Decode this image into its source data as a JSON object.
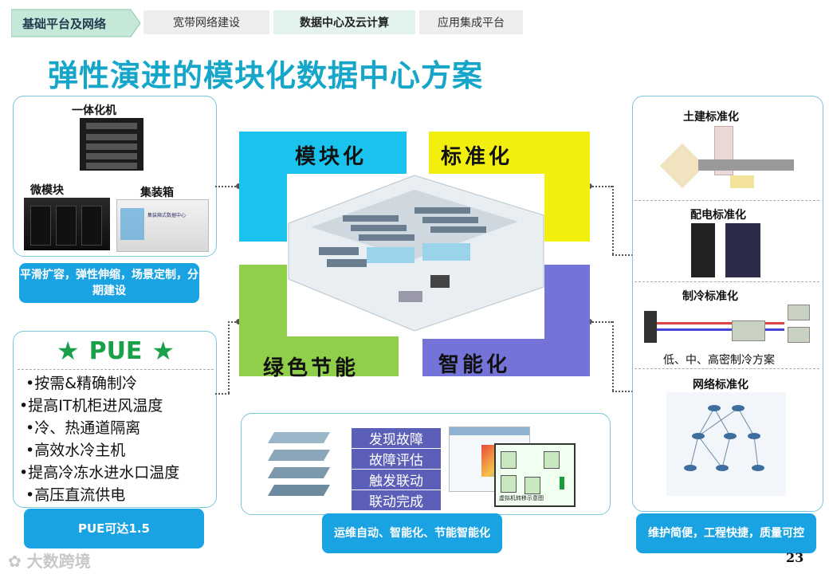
{
  "nav": {
    "active_tab": "基础平台及网络",
    "tabs": [
      "宽带网络建设",
      "数据中心及云计算",
      "应用集成平台"
    ],
    "selected_index": 1
  },
  "title": "弹性演进的模块化数据中心方案",
  "left_top": {
    "integrated_machine": "一体化机",
    "micro_module": "微模块",
    "container": "集装箱",
    "container_text": "集装箱式数据中心",
    "benefit": "平滑扩容，弹性伸缩，场景定制，分期建设"
  },
  "pue": {
    "heading": "PUE",
    "items": [
      "•按需&精确制冷",
      "•提高IT机柜进风温度",
      "•冷、热通道隔离",
      "•高效水冷主机",
      "•提高冷冻水进水口温度",
      "•高压直流供电"
    ],
    "result": "PUE可达1.5"
  },
  "center": {
    "modular": "模块化",
    "standard": "标准化",
    "green": "绿色节能",
    "smart": "智能化"
  },
  "ops": {
    "steps": [
      "发现故障",
      "故障评估",
      "触发联动",
      "联动完成"
    ],
    "caption": "运维自动、智能化、节能智能化",
    "vm_caption": "虚拟机转移示意图"
  },
  "right": {
    "civil": "土建标准化",
    "power": "配电标准化",
    "cooling": "制冷标准化",
    "cooling_note": "低、中、高密制冷方案",
    "network": "网络标准化",
    "benefit": "维护简便，工程快捷，质量可控"
  },
  "footer": {
    "watermark": "大数跨境",
    "page_number": "23"
  },
  "colors": {
    "title": "#16a6c9",
    "label_blue": "#1aa3e3",
    "cyan_block": "#19c3ee",
    "yellow_block": "#f2ef0f",
    "green_block": "#8fcf4a",
    "purple_block": "#7373d8",
    "pue_green": "#1aa049"
  }
}
